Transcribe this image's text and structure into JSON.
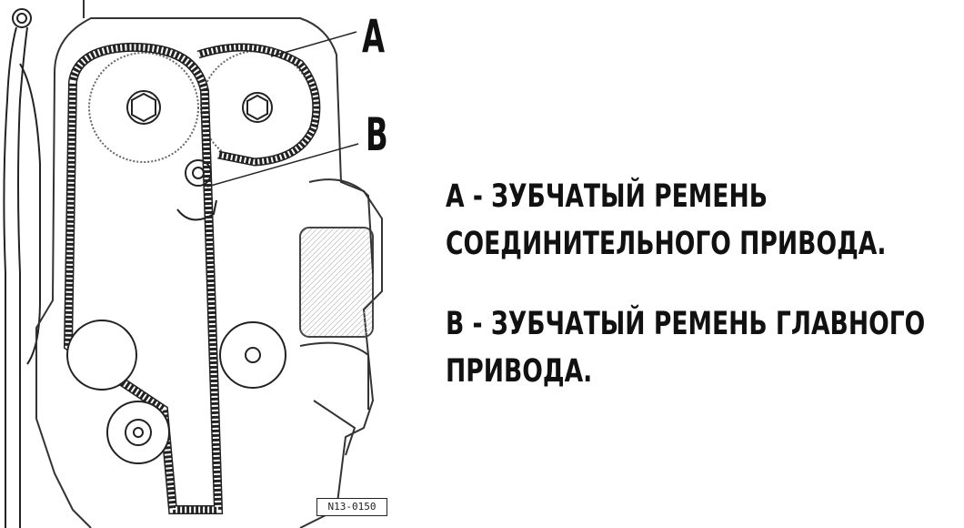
{
  "labels": {
    "a": "A",
    "b": "B"
  },
  "captions": {
    "a_line1": "А - ЗУБЧАТЫЙ РЕМЕНЬ",
    "a_line2": "СОЕДИНИТЕЛЬНОГО ПРИВОДА.",
    "b_line1": "В - ЗУБЧАТЫЙ РЕМЕНЬ ГЛАВНОГО",
    "b_line2": "ПРИВОДА."
  },
  "figure_code": "N13-0150"
}
